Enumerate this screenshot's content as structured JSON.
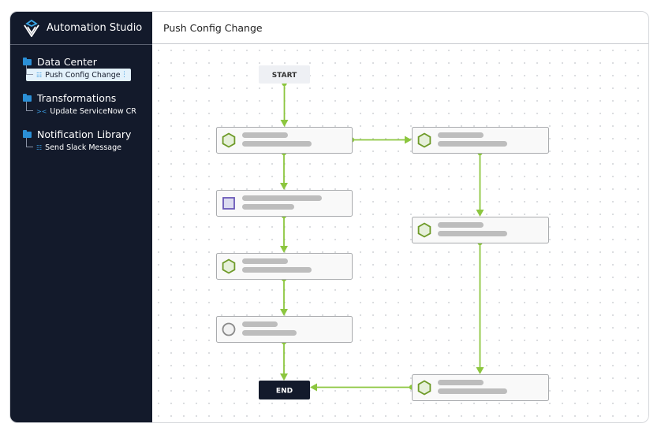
{
  "app": {
    "title": "Automation Studio",
    "logo": "itential-logo"
  },
  "sidebar": {
    "groups": [
      {
        "label": "Data Center",
        "icon": "folder-icon",
        "items": [
          {
            "label": "Push Config Change",
            "icon": "workflow-icon",
            "selected": true
          }
        ]
      },
      {
        "label": "Transformations",
        "icon": "folder-icon",
        "items": [
          {
            "label": "Update ServiceNow CR",
            "icon": "transformation-icon"
          }
        ]
      },
      {
        "label": "Notification Library",
        "icon": "folder-icon",
        "items": [
          {
            "label": "Send Slack Message",
            "icon": "workflow-icon"
          }
        ]
      }
    ]
  },
  "header": {
    "title": "Push Config Change"
  },
  "workflow": {
    "start_label": "START",
    "end_label": "END",
    "colors": {
      "edge": "#8cc63f",
      "task_icon": "#6f9b2a",
      "manual_icon": "#6a58b8",
      "end_bg": "#131a2b",
      "start_bg": "#eef0f4"
    },
    "nodes": [
      {
        "id": "t1",
        "icon": "hexagon-icon"
      },
      {
        "id": "t2",
        "icon": "square-icon"
      },
      {
        "id": "t3",
        "icon": "hexagon-icon"
      },
      {
        "id": "t4",
        "icon": "circle-icon"
      },
      {
        "id": "r1",
        "icon": "hexagon-icon"
      },
      {
        "id": "r2",
        "icon": "hexagon-icon"
      },
      {
        "id": "r3",
        "icon": "hexagon-icon"
      }
    ],
    "edges": [
      [
        "start",
        "t1"
      ],
      [
        "t1",
        "t2"
      ],
      [
        "t2",
        "t3"
      ],
      [
        "t3",
        "t4"
      ],
      [
        "t4",
        "end"
      ],
      [
        "t1",
        "r1"
      ],
      [
        "r1",
        "r2"
      ],
      [
        "r2",
        "r3"
      ],
      [
        "r3",
        "end"
      ]
    ]
  }
}
